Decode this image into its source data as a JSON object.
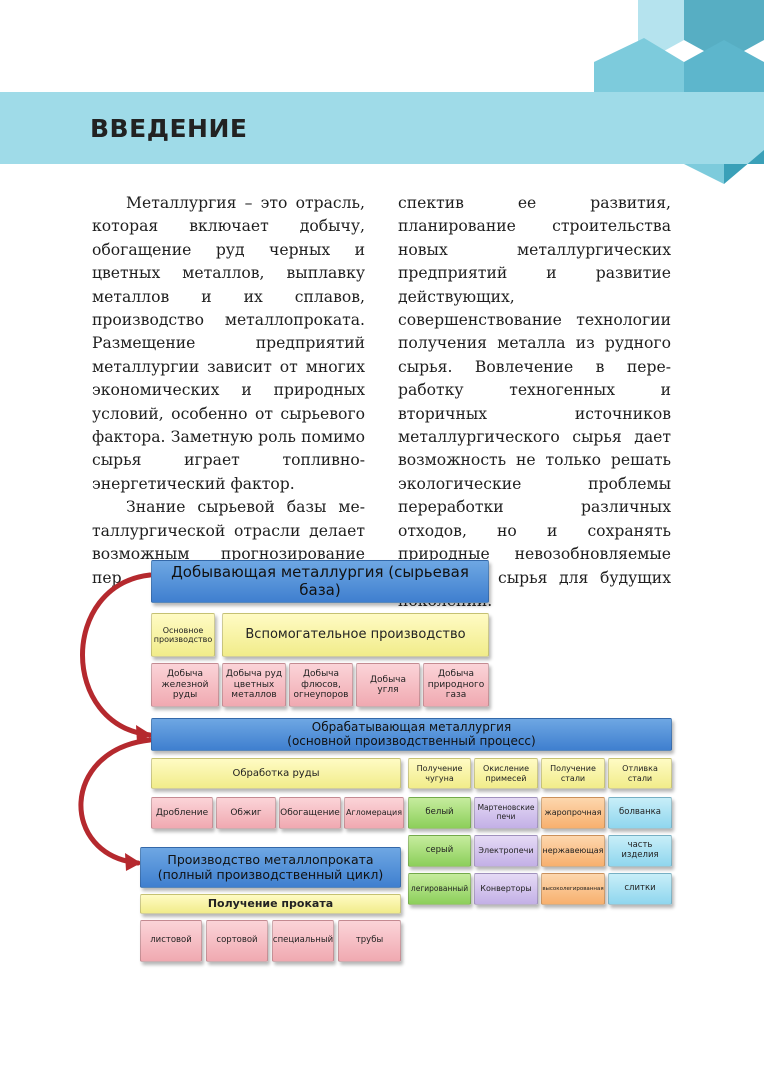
{
  "chapter": {
    "title": "ВВЕДЕНИЕ"
  },
  "text": {
    "left_p1": "Металлургия – это отрасль, которая включает добычу, обогаще­ние руд черных и цветных металлов, выплавку металлов и их сплавов, производство металлопроката. Раз­мещение предприятий металлургии зависит от многих экономических и природных условий, особенно от сырьевого фактора. Заметную роль помимо сырья играет топливно-энергетический фактор.",
    "left_p2": "Знание сырьевой базы ме­таллургической отрасли делает возможным прогнозирование пер­",
    "right_p1": "спектив ее развития, планирование строительства новых металлурги­ческих предприятий и развитие действующих, совершенствование технологии получения металла из рудного сырья. Вовлечение в пере­работку техногенных и вторичных источников металлургического сырья дает возможность не только решать экологические проблемы переработки различных отходов, но и сохранять природные невоз­обновляемые источники сырья для будущих поколений."
  },
  "diagram": {
    "mining": {
      "title": "Добывающая металлургия (сырьевая база)",
      "main": "Основное производство",
      "aux": "Вспомогательное производство",
      "items": [
        "Добыча железной руды",
        "Добыча руд цветных металлов",
        "Добыча флюсов, огнеупоров",
        "Добыча угля",
        "Добыча природного газа"
      ]
    },
    "processing": {
      "title_line1": "Обрабатывающая металлургия",
      "title_line2": "(основной производственный процесс)",
      "ore": "Обработка руды",
      "ore_items": [
        "Дробление",
        "Обжиг",
        "Обогащение",
        "Агломерация"
      ],
      "col_heads": [
        "Получение чугуна",
        "Окисление примесей",
        "Получение стали",
        "Отливка стали"
      ],
      "iron": [
        "белый",
        "серый",
        "легированный"
      ],
      "furnaces": [
        "Мартеновские печи",
        "Электропечи",
        "Конверторы"
      ],
      "steel": [
        "жаропрочная",
        "нержавеющая",
        "высоколегированная"
      ],
      "casting": [
        "болванка",
        "часть изделия",
        "слитки"
      ]
    },
    "rolling": {
      "title_line1": "Производство металлопроката",
      "title_line2": "(полный производственный цикл)",
      "sub": "Получение проката",
      "items": [
        "листовой",
        "сортовой",
        "специальный",
        "трубы"
      ]
    }
  },
  "colors": {
    "header_band": "#9fdbe8",
    "deco_dark": "#3aa0b8",
    "deco_mid": "#7dcbdc",
    "deco_light": "#b5e3ee",
    "arrow": "#b5292e"
  }
}
